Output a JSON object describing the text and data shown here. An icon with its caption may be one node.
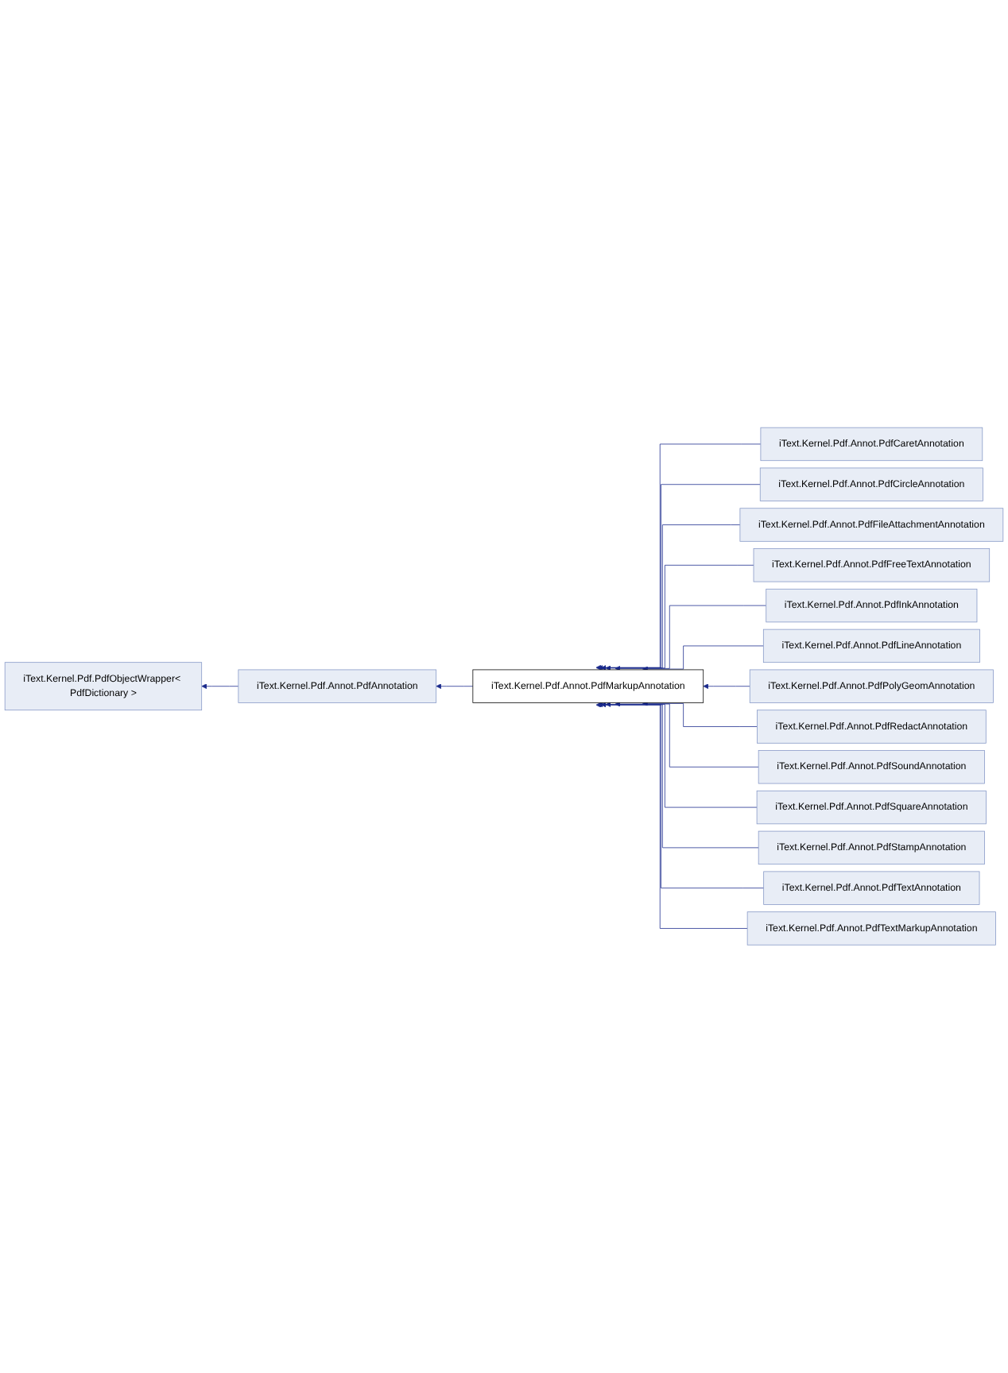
{
  "diagram": {
    "nodes": [
      {
        "text": [
          "iText.Kernel.Pdf.PdfObjectWrapper< PdfDictionary >"
        ]
      },
      {
        "text": [
          "iText.Kernel.Pdf.Annot.PdfAnnotation"
        ]
      },
      {
        "text": [
          "iText.Kernel.Pdf.Annot.PdfMarkupAnnotation"
        ]
      },
      {
        "text": [
          "iText.Kernel.Pdf.Annot.PdfCaretAnnotation"
        ]
      },
      {
        "text": [
          "iText.Kernel.Pdf.Annot.PdfCircleAnnotation"
        ]
      },
      {
        "text": [
          "iText.Kernel.Pdf.Annot.PdfFileAttachmentAnnotation"
        ]
      },
      {
        "text": [
          "iText.Kernel.Pdf.Annot.PdfFreeTextAnnotation"
        ]
      },
      {
        "text": [
          "iText.Kernel.Pdf.Annot.PdfInkAnnotation"
        ]
      },
      {
        "text": [
          "iText.Kernel.Pdf.Annot.PdfLineAnnotation"
        ]
      },
      {
        "text": [
          "iText.Kernel.Pdf.Annot.PdfPolyGeomAnnotation"
        ]
      },
      {
        "text": [
          "iText.Kernel.Pdf.Annot.PdfRedactAnnotation"
        ]
      },
      {
        "text": [
          "iText.Kernel.Pdf.Annot.PdfSoundAnnotation"
        ]
      },
      {
        "text": [
          "iText.Kernel.Pdf.Annot.PdfSquareAnnotation"
        ]
      },
      {
        "text": [
          "iText.Kernel.Pdf.Annot.PdfStampAnnotation"
        ]
      },
      {
        "text": [
          "iText.Kernel.Pdf.Annot.PdfTextAnnotation"
        ]
      },
      {
        "text": [
          "iText.Kernel.Pdf.Annot.PdfTextMarkupAnnotation"
        ]
      }
    ],
    "edges": [
      {
        "from": 1,
        "to": 0,
        "arrow": "to"
      },
      {
        "from": 2,
        "to": 1,
        "arrow": "to"
      },
      {
        "from": 3,
        "to": 2,
        "arrow": "to"
      },
      {
        "from": 4,
        "to": 2,
        "arrow": "to"
      },
      {
        "from": 5,
        "to": 2,
        "arrow": "to"
      },
      {
        "from": 6,
        "to": 2,
        "arrow": "to"
      },
      {
        "from": 7,
        "to": 2,
        "arrow": "to"
      },
      {
        "from": 8,
        "to": 2,
        "arrow": "to"
      },
      {
        "from": 9,
        "to": 2,
        "arrow": "to"
      },
      {
        "from": 10,
        "to": 2,
        "arrow": "to"
      },
      {
        "from": 11,
        "to": 2,
        "arrow": "to"
      },
      {
        "from": 12,
        "to": 2,
        "arrow": "to"
      },
      {
        "from": 13,
        "to": 2,
        "arrow": "to"
      },
      {
        "from": 14,
        "to": 2,
        "arrow": "to"
      },
      {
        "from": 15,
        "to": 2,
        "arrow": "to"
      }
    ]
  }
}
